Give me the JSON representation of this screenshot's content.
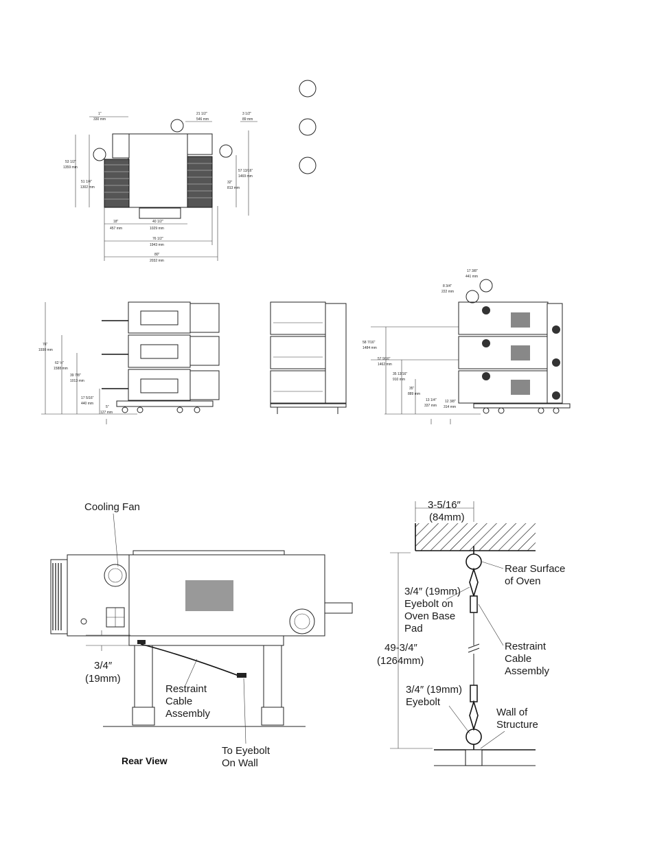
{
  "top_view": {
    "dims": {
      "d_1in": "1\"",
      "d_1in_mm": "330 mm",
      "d_21_5": "21 1/2\"",
      "d_21_5_mm": "546 mm",
      "d_3_5": "3 1/2\"",
      "d_3_5_mm": "89 mm",
      "d_53_5": "53 1/2\"",
      "d_53_5_mm": "1359 mm",
      "d_51_25": "51 1/4\"",
      "d_51_25_mm": "1302 mm",
      "d_57_13": "57 13/16\"",
      "d_57_13_mm": "1469 mm",
      "d_32": "32\"",
      "d_32_mm": "813 mm",
      "d_18": "18\"",
      "d_18_mm": "457 mm",
      "d_40_5": "40 1/2\"",
      "d_40_5_mm": "1029 mm",
      "d_76_5": "76 1/2\"",
      "d_76_5_mm": "1943 mm",
      "d_80": "80\"",
      "d_80_mm": "2032 mm"
    }
  },
  "front_view": {
    "dims": {
      "h_76": "76\"",
      "h_76_mm": "1930 mm",
      "h_62": "62 ½\"",
      "h_62_mm": "1588 mm",
      "h_39": "39 7/8\"",
      "h_39_mm": "1013 mm",
      "h_17": "17 5/16\"",
      "h_17_mm": "440 mm",
      "h_5": "5\"",
      "h_5_mm": "127 mm"
    }
  },
  "side_view": {
    "dims": {
      "w_17": "17 3/8\"",
      "w_17_mm": "441 mm",
      "w_8": "8 3/4\"",
      "w_8_mm": "222 mm",
      "h_58": "58 7/16\"",
      "h_58_mm": "1484 mm",
      "h_57": "57 9/16\"",
      "h_57_mm": "1462 mm",
      "h_35": "35 13/16\"",
      "h_35_mm": "910 mm",
      "h_35b": "35\"",
      "h_35b_mm": "889 mm",
      "w_13": "13 1/4\"",
      "w_13_mm": "337 mm",
      "w_12": "12 3/8\"",
      "w_12_mm": "314 mm"
    }
  },
  "rear_view": {
    "cooling_fan": "Cooling Fan",
    "gap_in": "3/4″",
    "gap_mm": "(19mm)",
    "restraint_1": "Restraint",
    "restraint_2": "Cable",
    "restraint_3": "Assembly",
    "eyebolt_1": "To Eyebolt",
    "eyebolt_2": "On Wall",
    "title": "Rear View"
  },
  "detail_view": {
    "dim_top_in": "3-5/16″",
    "dim_top_mm": "(84mm)",
    "rear_surface_1": "Rear Surface",
    "rear_surface_2": "of Oven",
    "eyebolt_base_1": "3/4″ (19mm)",
    "eyebolt_base_2": "Eyebolt on",
    "eyebolt_base_3": "Oven Base",
    "eyebolt_base_4": "Pad",
    "height_in": "49-3/4″",
    "height_mm": "(1264mm)",
    "restraint_1": "Restraint",
    "restraint_2": "Cable",
    "restraint_3": "Assembly",
    "eyebolt_1": "3/4″ (19mm)",
    "eyebolt_2": "Eyebolt",
    "wall_1": "Wall of",
    "wall_2": "Structure"
  }
}
